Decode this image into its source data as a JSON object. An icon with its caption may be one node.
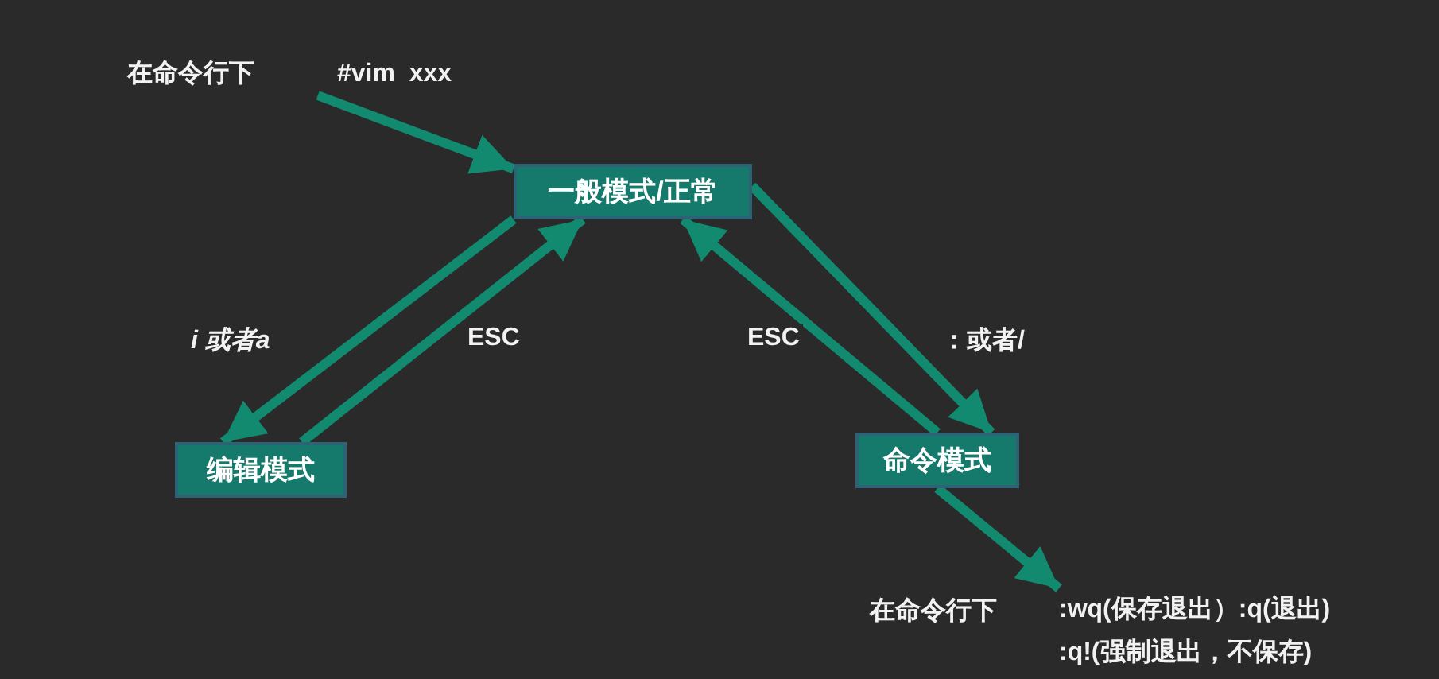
{
  "diagram": {
    "nodes": [
      {
        "text": [
          "在命令行下",
          "#vim  xxx"
        ]
      },
      {
        "text": [
          "一般模式/正常"
        ]
      },
      {
        "text": [
          "编辑模式"
        ]
      },
      {
        "text": [
          "命令模式"
        ]
      },
      {
        "text": [
          ":wq(保存退出）:q(退出)",
          ":q!(强制退出，不保存)"
        ],
        "beside": [
          "在命令行下"
        ]
      }
    ],
    "edges": [
      {
        "from": 0,
        "to": 1,
        "arrow": "to"
      },
      {
        "from": 1,
        "to": 2,
        "arrow": "to",
        "label": "i 或者a"
      },
      {
        "from": 2,
        "to": 1,
        "arrow": "to",
        "label": "ESC"
      },
      {
        "from": 3,
        "to": 1,
        "arrow": "to",
        "label": "ESC"
      },
      {
        "from": 1,
        "to": 3,
        "arrow": "to",
        "label": "：或者/"
      },
      {
        "from": 3,
        "to": 4,
        "arrow": "to"
      }
    ]
  }
}
